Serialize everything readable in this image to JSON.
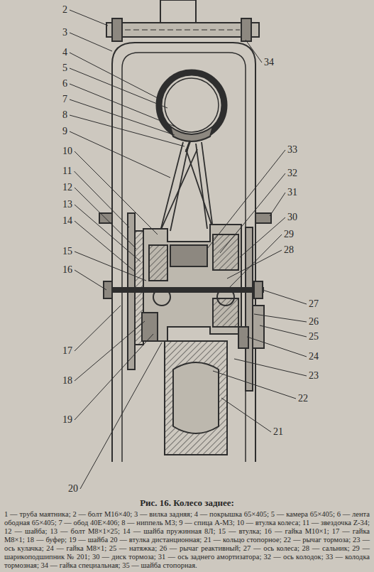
{
  "diagram": {
    "title": "Рис. 16. Колесо заднее:",
    "caption": "1 — труба маятника; 2 — болт М16×40; 3 — вилка задняя; 4 — покрышка 65×405; 5 — камера 65×405; 6 — лента ободная 65×405; 7 — обод 40Е×406; 8 — ниппель М3; 9 — спица А-М3; 10 — втулка колеса; 11 — звездочка Z-34; 12 — шайба; 13 — болт М8×1×25; 14 — шайба пружинная 8Л; 15 — втулка; 16 — гайка М10×1; 17 — гайка М8×1; 18 — буфер; 19 — шайба 20 — втулка дистанционная; 21 — кольцо стопорное; 22 — рычаг тормоза; 23 — ось кулачка; 24 — гайка М8×1; 25 — натяжка; 26 — рычаг реактивный; 27 — ось колеса; 28 — сальник; 29 — шарикоподшипник № 201; 30 — диск тормоза; 31 — ось заднего амортизатора; 32 — ось колодок; 33 — колодка тормозная; 34 — гайка специальная; 35 — шайба стопорная.",
    "labels": [
      "2",
      "3",
      "4",
      "5",
      "6",
      "7",
      "8",
      "9",
      "10",
      "11",
      "12",
      "13",
      "14",
      "15",
      "16",
      "17",
      "18",
      "19",
      "20",
      "34",
      "33",
      "32",
      "31",
      "30",
      "29",
      "28",
      "27",
      "26",
      "25",
      "24",
      "23",
      "22",
      "21"
    ]
  }
}
